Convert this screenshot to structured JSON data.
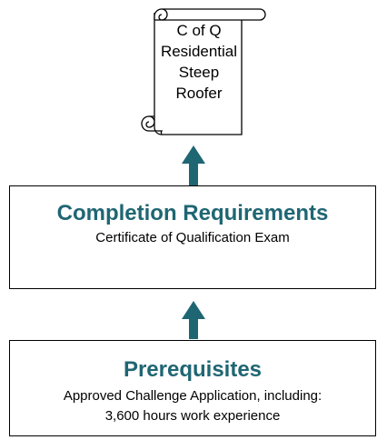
{
  "certificate": {
    "lines": [
      "C of Q",
      "Residential",
      "Steep",
      "Roofer"
    ]
  },
  "completion": {
    "title": "Completion Requirements",
    "subtitle": "Certificate of Qualification Exam"
  },
  "prerequisites": {
    "title": "Prerequisites",
    "lines": [
      "Approved Challenge Application, including:",
      "3,600 hours work experience"
    ]
  },
  "colors": {
    "arrow": "#1f6673",
    "title": "#1f6673",
    "border": "#000000"
  },
  "icons": [
    "scroll-icon",
    "arrow-up-icon"
  ]
}
